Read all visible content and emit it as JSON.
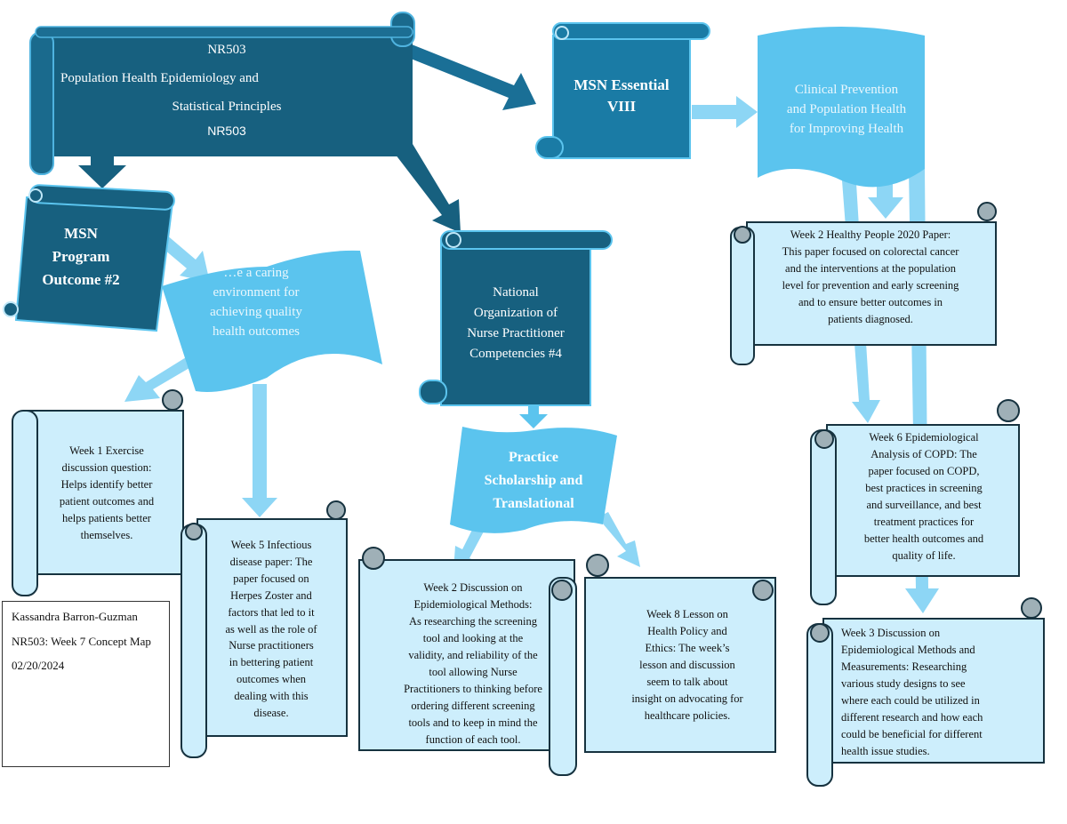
{
  "nodes": {
    "course": {
      "line1": "NR503",
      "line2": "Population Health Epidemiology and",
      "line3": "Statistical Principles",
      "line4": "NR503"
    },
    "msn_essential": [
      "MSN Essential",
      "VIII"
    ],
    "clinical_prevention": [
      "Clinical Prevention",
      "and Population Health",
      "for Improving Health"
    ],
    "msn_outcome": [
      "MSN",
      "Program",
      "Outcome #2"
    ],
    "caring": [
      "…e a caring",
      "environment for",
      "achieving quality",
      "health outcomes"
    ],
    "nonpf": [
      "National",
      "Organization of",
      "Nurse Practitioner",
      "Competencies #4"
    ],
    "practice": [
      "Practice",
      "Scholarship and",
      "Translational"
    ],
    "week2_healthy_people": [
      "Week 2 Healthy People 2020 Paper:",
      "This paper focused on colorectal cancer",
      "and the interventions at the population",
      "level for prevention and early screening",
      "and to ensure better outcomes in",
      "patients diagnosed."
    ],
    "week6": [
      "Week 6 Epidemiological",
      "Analysis of COPD:  The",
      "paper focused on COPD,",
      "best practices in screening",
      "and surveillance, and best",
      "treatment practices for",
      "better health outcomes and",
      "quality of life."
    ],
    "week3": [
      "Week 3 Discussion on",
      "Epidemiological Methods and",
      "Measurements: Researching",
      "various study designs to see",
      "where each could be utilized in",
      "different research and how each",
      "could be beneficial  for different",
      "health issue studies."
    ],
    "week1": [
      "Week 1 Exercise",
      "discussion question:",
      "Helps identify better",
      "patient outcomes and",
      "helps patients better",
      "themselves."
    ],
    "week5": [
      "Week 5 Infectious",
      "disease paper: The",
      "paper focused on",
      "Herpes Zoster and",
      "factors that led to it",
      "as well as the role of",
      "Nurse practitioners",
      "in bettering patient",
      "outcomes when",
      "dealing with this",
      "disease."
    ],
    "week2_discussion": [
      "Week 2 Discussion on",
      "Epidemiological Methods:",
      "As researching the screening",
      "tool and looking at the",
      "validity, and reliability of the",
      "tool allowing Nurse",
      "Practitioners to thinking before",
      "ordering different screening",
      "tools and to keep in mind the",
      "function of each tool."
    ],
    "week8": [
      "Week 8 Lesson on",
      "Health Policy and",
      "Ethics: The week’s",
      "lesson and discussion",
      "seem to talk about",
      "insight on advocating for",
      "healthcare policies."
    ]
  },
  "info": {
    "author": "Kassandra Barron-Guzman",
    "title": "NR503: Week 7 Concept Map",
    "date": "02/20/2024"
  },
  "colors": {
    "dark_blue": "#17607f",
    "medium_blue": "#1a7ba5",
    "light_blue": "#5bc4ee",
    "pale_blue": "#cdeefc",
    "arrow_light": "#8dd6f5",
    "outline": "#16323f"
  }
}
